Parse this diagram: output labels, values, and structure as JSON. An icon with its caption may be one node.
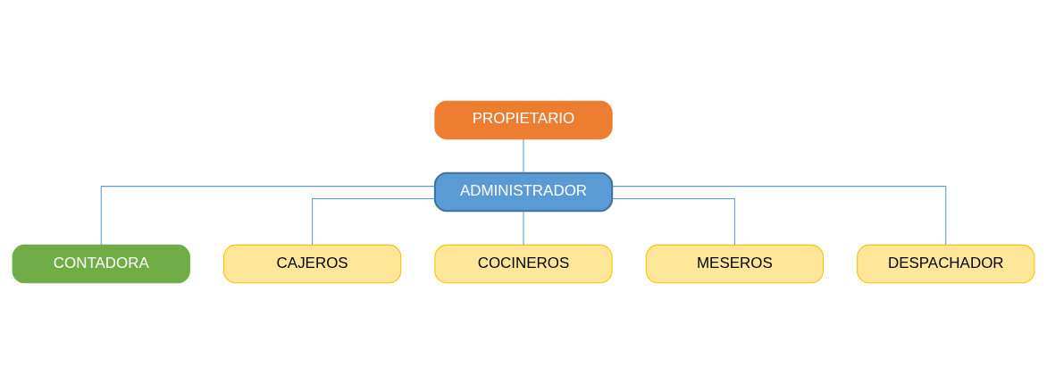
{
  "diagram": {
    "nodes": [
      {
        "text": [
          "PROPIETARIO"
        ]
      },
      {
        "text": [
          "ADMINISTRADOR"
        ]
      },
      {
        "text": [
          "CONTADORA"
        ]
      },
      {
        "text": [
          "CAJEROS"
        ]
      },
      {
        "text": [
          "COCINEROS"
        ]
      },
      {
        "text": [
          "MESEROS"
        ]
      },
      {
        "text": [
          "DESPACHADOR"
        ]
      }
    ],
    "edges": [
      {
        "from": 0,
        "to": 1,
        "arrow": "none"
      },
      {
        "from": 1,
        "to": 2,
        "arrow": "none"
      },
      {
        "from": 1,
        "to": 3,
        "arrow": "none"
      },
      {
        "from": 1,
        "to": 4,
        "arrow": "none"
      },
      {
        "from": 1,
        "to": 5,
        "arrow": "none"
      },
      {
        "from": 1,
        "to": 6,
        "arrow": "none"
      }
    ]
  }
}
